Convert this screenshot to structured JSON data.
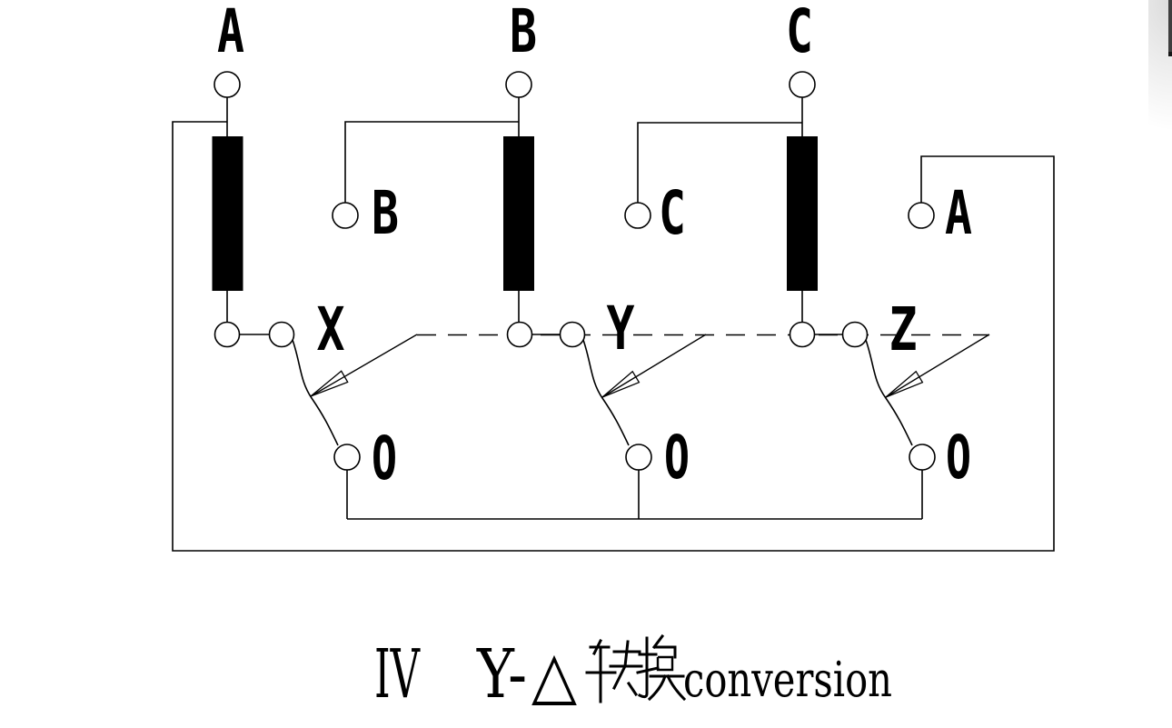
{
  "diagram": {
    "background": "#ffffff",
    "line_color": "#000000",
    "winding_fill": "#000000",
    "phase_terminals": [
      "A",
      "B",
      "C"
    ],
    "tap_terminals": [
      "B",
      "C",
      "A"
    ],
    "switch_contacts": [
      "X",
      "Y",
      "Z"
    ],
    "neutral_terminals": [
      "O",
      "O",
      "O"
    ]
  },
  "caption": {
    "numeral": "IV",
    "wye": "Y-",
    "delta": "△",
    "cjk": "转换",
    "latin": "conversion"
  },
  "scrollbar": {
    "color": "#3f3f3f"
  }
}
